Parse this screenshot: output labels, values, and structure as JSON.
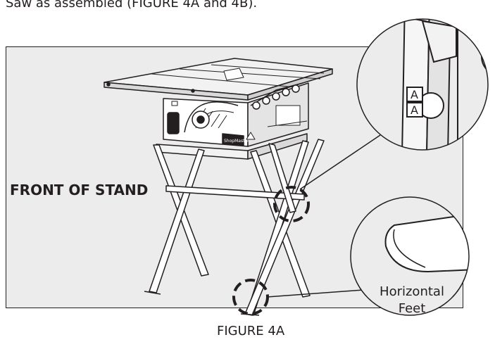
{
  "intro_text": "Saw as assembled (FIGURE 4A and 4B).",
  "front_label": "FRONT OF STAND",
  "figure_caption": "FIGURE 4A",
  "saw_brand": "ShopMaster",
  "detail_labels": [
    "A",
    "A"
  ],
  "feet_label_line1": "Horizontal",
  "feet_label_line2": "Feet"
}
